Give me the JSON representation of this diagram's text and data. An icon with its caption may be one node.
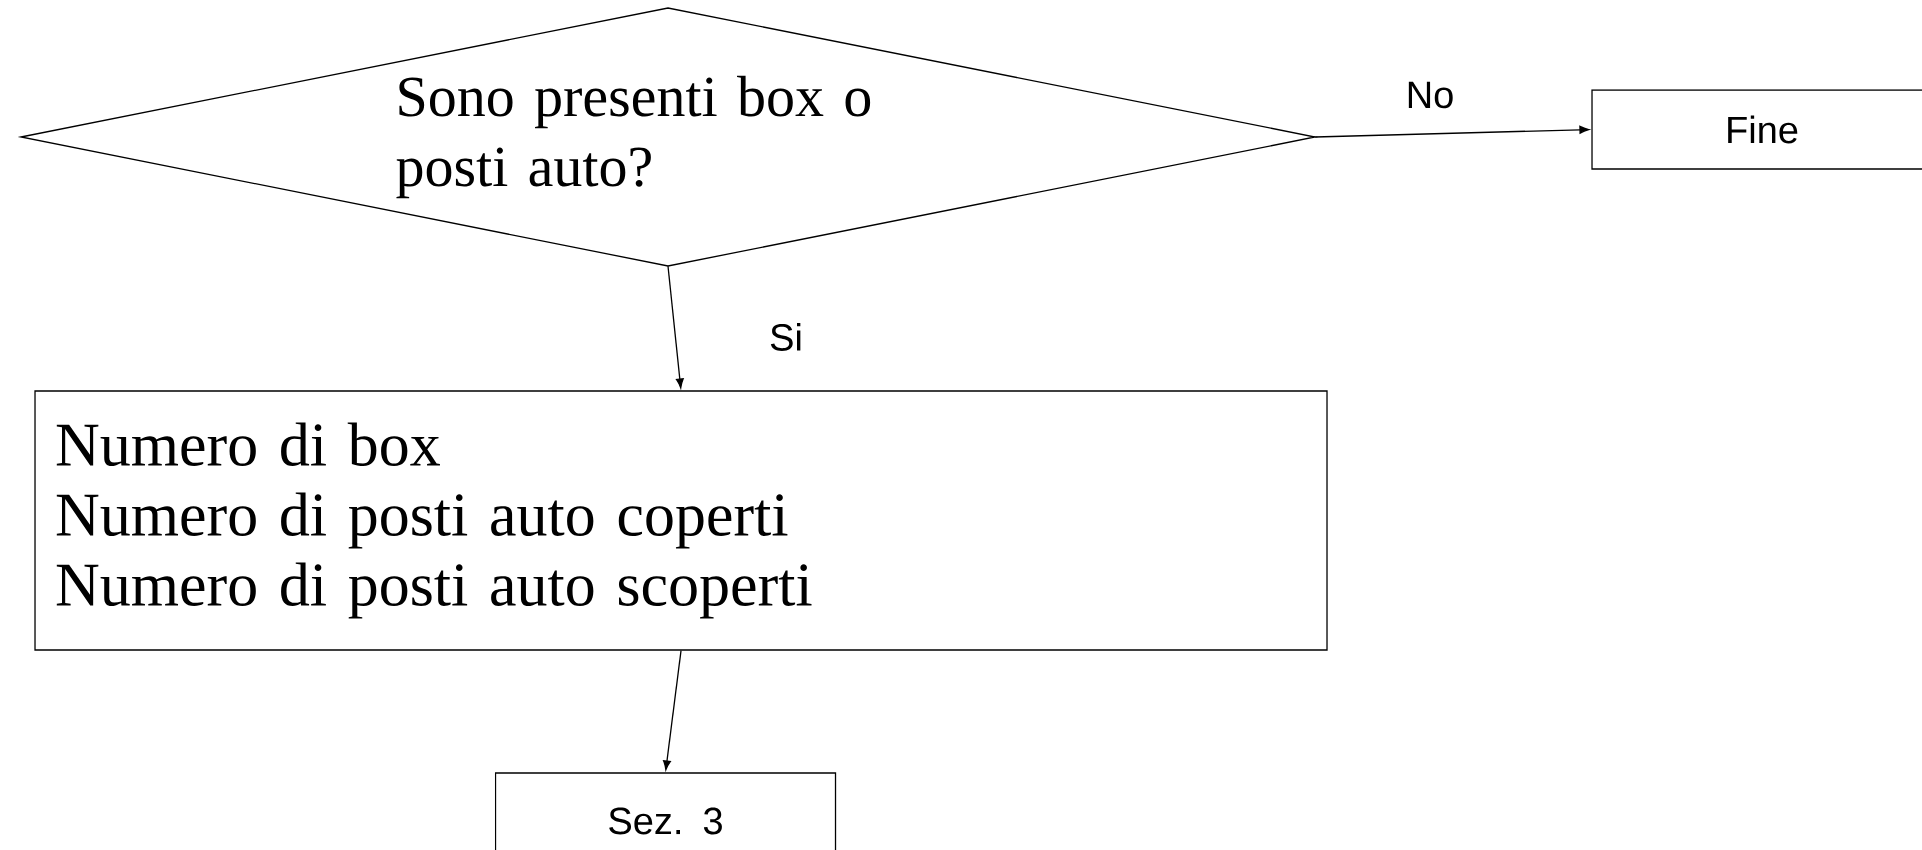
{
  "diagram": {
    "nodes": [
      {
        "text": [
          "Sono presenti box o posti auto?"
        ]
      },
      {
        "text": [
          "Fine"
        ]
      },
      {
        "text": [
          "Numero di box",
          "Numero di posti auto coperti",
          "Numero di posti auto scoperti"
        ]
      },
      {
        "text": [
          "Sez. 3"
        ]
      }
    ],
    "edges": [
      {
        "from": 0,
        "to": 1,
        "arrow": "to",
        "label": "No"
      },
      {
        "from": 0,
        "to": 2,
        "arrow": "to",
        "label": "Si"
      },
      {
        "from": 2,
        "to": 3,
        "arrow": "to"
      }
    ]
  }
}
